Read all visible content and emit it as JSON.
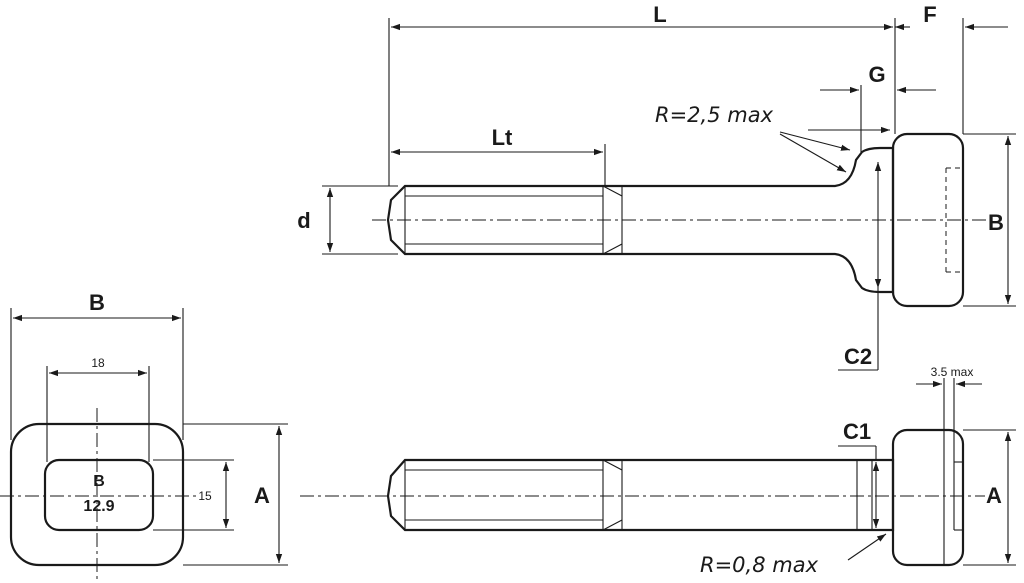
{
  "labels": {
    "L": "L",
    "F": "F",
    "G": "G",
    "Lt": "Lt",
    "d": "d",
    "B_side": "B",
    "C2": "C2",
    "R_top": "R=2,5 max",
    "B_end": "B",
    "dim_18": "18",
    "dim_15": "15",
    "A_end": "A",
    "stamp_line1": "B",
    "stamp_line2": "12.9",
    "C1": "C1",
    "dim_35": "3.5 max",
    "A_side": "A",
    "R_bottom": "R=0,8 max"
  },
  "colors": {
    "line": "#1a1a1a",
    "background": "#ffffff"
  }
}
